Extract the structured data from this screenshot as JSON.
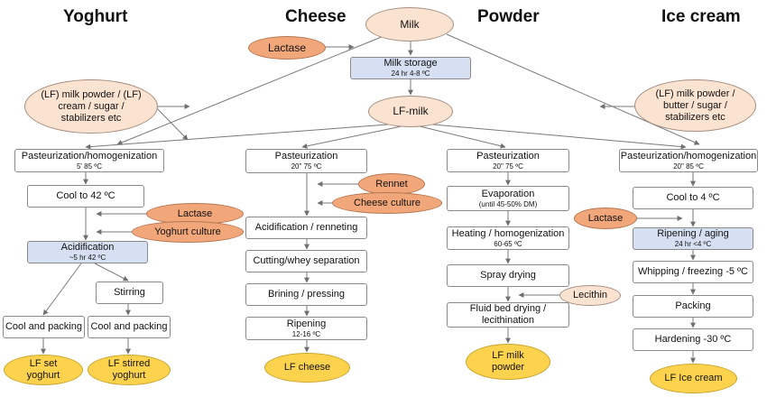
{
  "columns": {
    "yoghurt": "Yoghurt",
    "cheese": "Cheese",
    "powder": "Powder",
    "ice_cream": "Ice cream"
  },
  "top": {
    "milk": "Milk",
    "lactase": "Lactase",
    "milk_storage": "Milk storage",
    "milk_storage_sub": "24 hr 4-8 ºC",
    "lf_milk": "LF-milk",
    "yoghurt_additives": "(LF) milk powder / (LF) cream / sugar / stabilizers etc",
    "icecream_additives": "(LF) milk powder / butter / sugar / stabilizers etc"
  },
  "yoghurt": {
    "pasteurization": "Pasteurization/homogenization",
    "pasteurization_sub": "5' 85 ºC",
    "cool": "Cool to 42 ºC",
    "lactase": "Lactase",
    "culture": "Yoghurt culture",
    "acidification": "Acidification",
    "acidification_sub": "~5 hr 42 ºC",
    "stirring": "Stirring",
    "cool_packing_set": "Cool and packing",
    "cool_packing_stirred": "Cool and packing",
    "product_set": "LF set yoghurt",
    "product_stirred": "LF stirred yoghurt"
  },
  "cheese": {
    "pasteurization": "Pasteurization",
    "pasteurization_sub": "20\" 75 ºC",
    "rennet": "Rennet",
    "culture": "Cheese culture",
    "acidification": "Acidification / renneting",
    "cutting": "Cutting/whey separation",
    "brining": "Brining / pressing",
    "ripening": "Ripening",
    "ripening_sub": "12-16 ºC",
    "product": "LF cheese"
  },
  "powder": {
    "pasteurization": "Pasteurization",
    "pasteurization_sub": "20\" 75 ºC",
    "evaporation": "Evaporation",
    "evaporation_sub": "(until 45-50% DM)",
    "heating": "Heating / homogenization",
    "heating_sub": "60-65 ºC",
    "spray": "Spray drying",
    "lecithin": "Lecithin",
    "fluid_bed": "Fluid bed drying / lecithination",
    "product": "LF milk powder"
  },
  "ice_cream": {
    "pasteurization": "Pasteurization/homogenization",
    "pasteurization_sub": "20\" 85 ºC",
    "cool": "Cool to 4 ºC",
    "lactase": "Lactase",
    "ripening": "Ripening / aging",
    "ripening_sub": "24 hr <4 ºC",
    "whipping": "Whipping / freezing -5 ºC",
    "packing": "Packing",
    "hardening": "Hardening -30 ºC",
    "product": "LF Ice cream"
  }
}
